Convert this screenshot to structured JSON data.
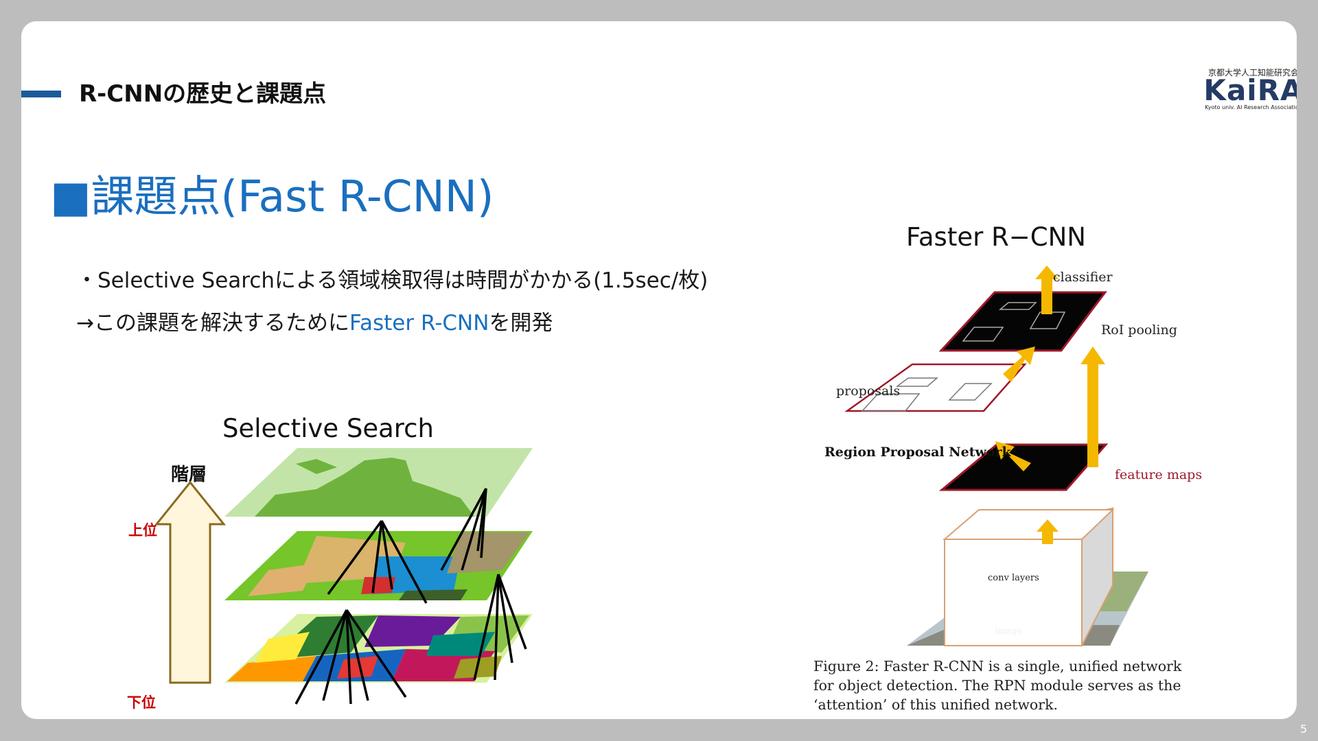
{
  "header": {
    "title": "R-CNNの歴史と課題点"
  },
  "logo": {
    "top_text": "京都大学人工知能研究会",
    "name": "KaiRA",
    "bottom_text": "Kyoto univ. AI Research Association"
  },
  "section": {
    "title": "■課題点(Fast R-CNN)"
  },
  "bullets": {
    "line1": "・Selective Searchによる領域検取得は時間がかかる(1.5sec/枚)",
    "line2_prefix": "→この課題を解決するために",
    "line2_highlight": "Faster R-CNN",
    "line2_suffix": "を開発"
  },
  "selective_search": {
    "title": "Selective Search",
    "axis_label": "階層",
    "top_label": "上位",
    "bottom_label": "下位"
  },
  "faster_rcnn": {
    "title": "Faster R−CNN",
    "labels": {
      "classifier": "classifier",
      "roi_pooling": "RoI pooling",
      "proposals": "proposals",
      "rpn": "Region Proposal Network",
      "feature_maps": "feature maps",
      "conv_layers": "conv layers",
      "image": "image"
    },
    "caption": [
      "Figure 2: Faster R-CNN is a single, unified network",
      "for object detection. The RPN module serves as the",
      "‘attention’ of this unified network."
    ]
  },
  "page_number": "5",
  "colors": {
    "accent_blue": "#1a6fbf",
    "bar_blue": "#1b5a9a",
    "arrow_yellow": "#f5b800",
    "red_label": "#cc0000",
    "dark_red": "#a0182a"
  }
}
